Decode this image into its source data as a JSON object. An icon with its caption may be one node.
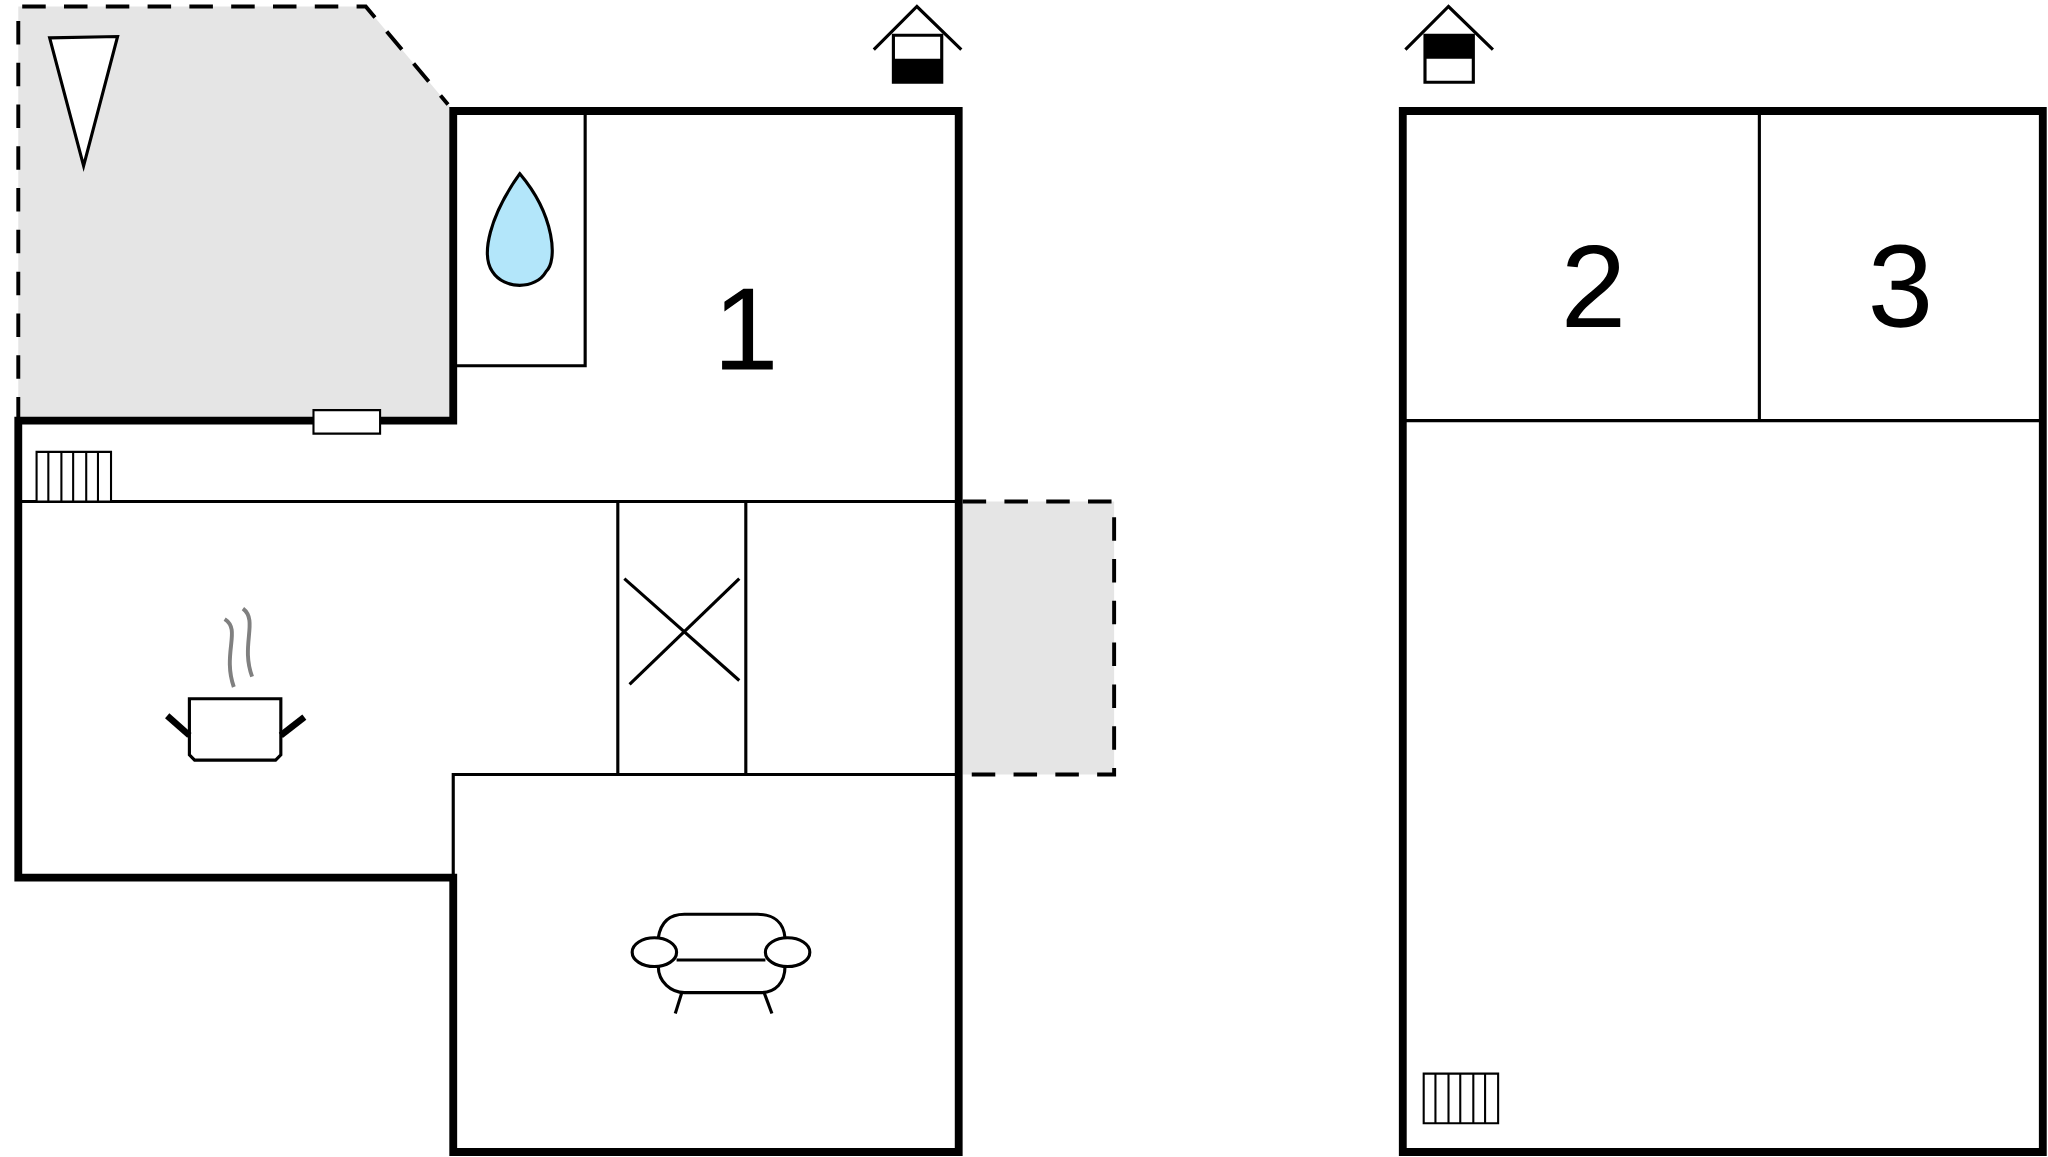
{
  "diagram": {
    "labels": [
      "1",
      "2",
      "3"
    ]
  }
}
